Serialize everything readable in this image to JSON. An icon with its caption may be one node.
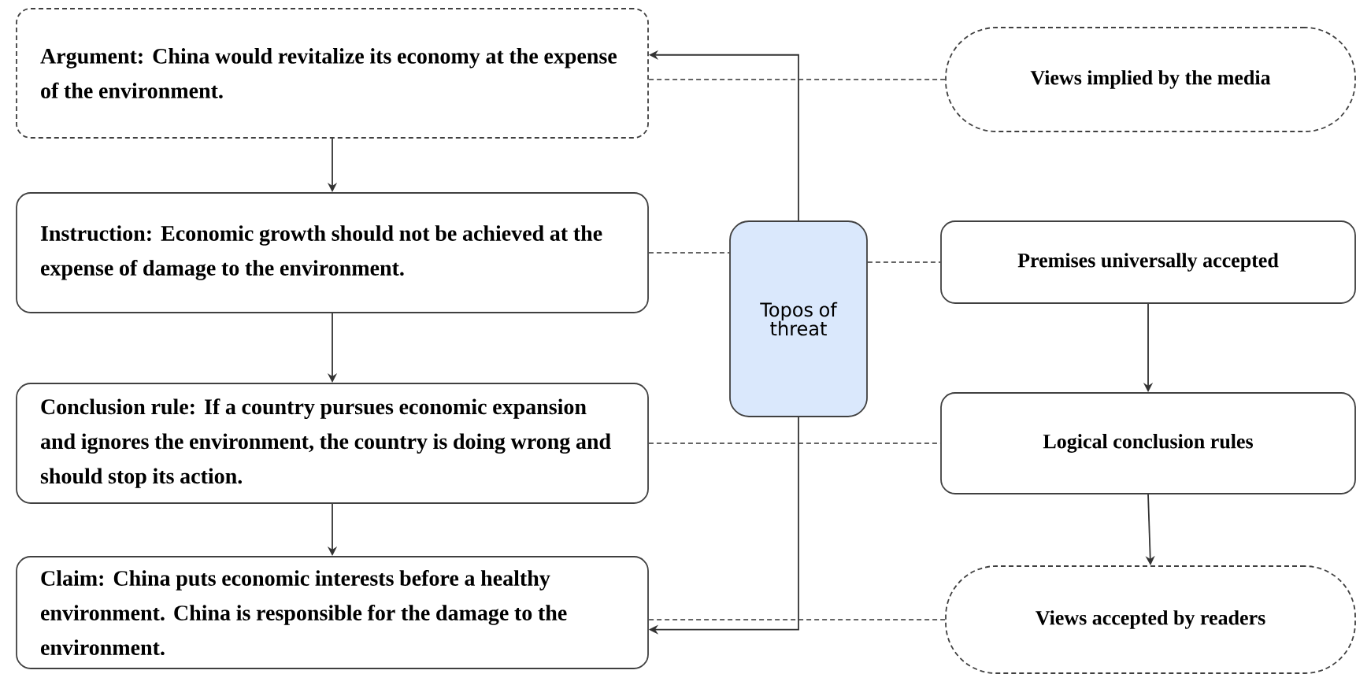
{
  "diagram": {
    "nodes": [
      {
        "text": [
          "Argument: China would revitalize its economy at the expense of the environment."
        ]
      },
      {
        "text": [
          "Instruction: Economic growth should not be achieved at the expense of damage to the environment."
        ]
      },
      {
        "text": [
          "Conclusion rule: If a country pursues economic expansion and ignores the environment, the country is doing wrong and should stop its action."
        ]
      },
      {
        "text": [
          "Claim: China puts economic interests before a healthy environment. China is responsible for the damage to the environment."
        ]
      },
      {
        "text": [
          "Topos of threat"
        ]
      },
      {
        "text": [
          "Views implied by the media"
        ]
      },
      {
        "text": [
          "Premises universally accepted"
        ]
      },
      {
        "text": [
          "Logical conclusion rules"
        ]
      },
      {
        "text": [
          "Views accepted by readers"
        ]
      }
    ],
    "edges": [
      {
        "from": 0,
        "to": 1,
        "arrow": "to"
      },
      {
        "from": 1,
        "to": 2,
        "arrow": "to"
      },
      {
        "from": 2,
        "to": 3,
        "arrow": "to"
      },
      {
        "from": 4,
        "to": 0,
        "arrow": "to"
      },
      {
        "from": 4,
        "to": 3,
        "arrow": "to"
      },
      {
        "from": 5,
        "to": 0,
        "arrow": "none",
        "style": "dashed"
      },
      {
        "from": 1,
        "to": 4,
        "arrow": "none",
        "style": "dashed"
      },
      {
        "from": 4,
        "to": 6,
        "arrow": "none",
        "style": "dashed"
      },
      {
        "from": 2,
        "to": 7,
        "arrow": "none",
        "style": "dashed"
      },
      {
        "from": 8,
        "to": 3,
        "arrow": "none",
        "style": "dashed"
      },
      {
        "from": 6,
        "to": 7,
        "arrow": "to"
      },
      {
        "from": 7,
        "to": 8,
        "arrow": "to"
      }
    ]
  }
}
